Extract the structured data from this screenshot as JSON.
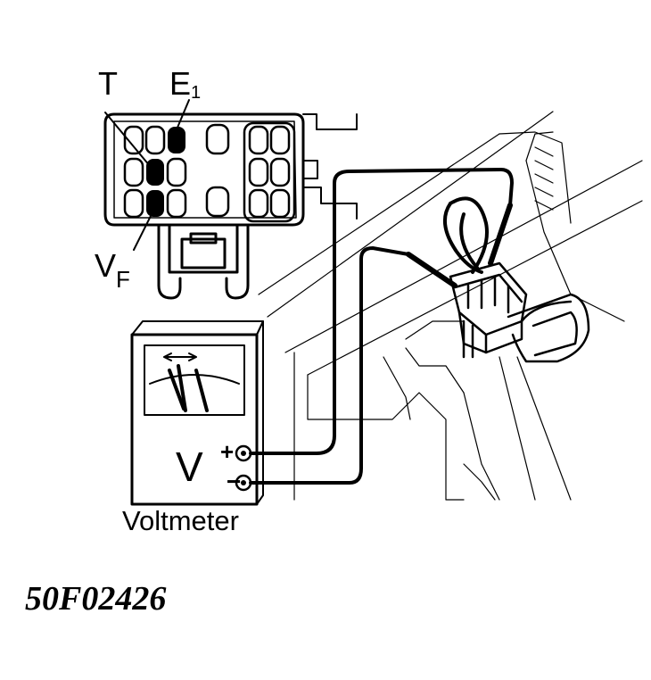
{
  "labels": {
    "terminal_t": "T",
    "terminal_e": "E",
    "terminal_e_sub": "1",
    "terminal_vf": "V",
    "terminal_vf_sub": "F",
    "meter_symbol": "V",
    "meter_plus": "+",
    "meter_minus": "−",
    "meter_caption": "Voltmeter",
    "figure_code": "50F02426"
  }
}
